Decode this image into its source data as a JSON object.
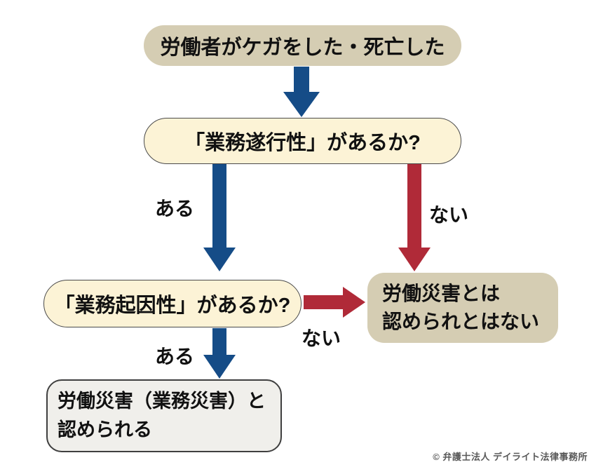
{
  "colors": {
    "arrow-yes": "#154c87",
    "arrow-no": "#b02a38",
    "node-tan": "#d5cdb3",
    "node-cream": "#fcf3d6",
    "node-gray": "#f0efeb",
    "text": "#111111",
    "copyright": "#595959"
  },
  "nodes": {
    "start": {
      "label": "労働者がケガをした・死亡した"
    },
    "q1": {
      "label": "「業務遂行性」があるか?"
    },
    "q2": {
      "label": "「業務起因性」があるか?"
    },
    "not_recognized": {
      "line1": "労働災害とは",
      "line2": "認められとはない"
    },
    "recognized": {
      "line1": "労働災害（業務災害）と",
      "line2": "認められる"
    }
  },
  "edges": {
    "q1_yes": {
      "label": "ある"
    },
    "q1_no": {
      "label": "ない"
    },
    "q2_yes": {
      "label": "ある"
    },
    "q2_no": {
      "label": "ない"
    }
  },
  "footer": {
    "copyright": "© 弁護士法人 デイライト法律事務所"
  }
}
